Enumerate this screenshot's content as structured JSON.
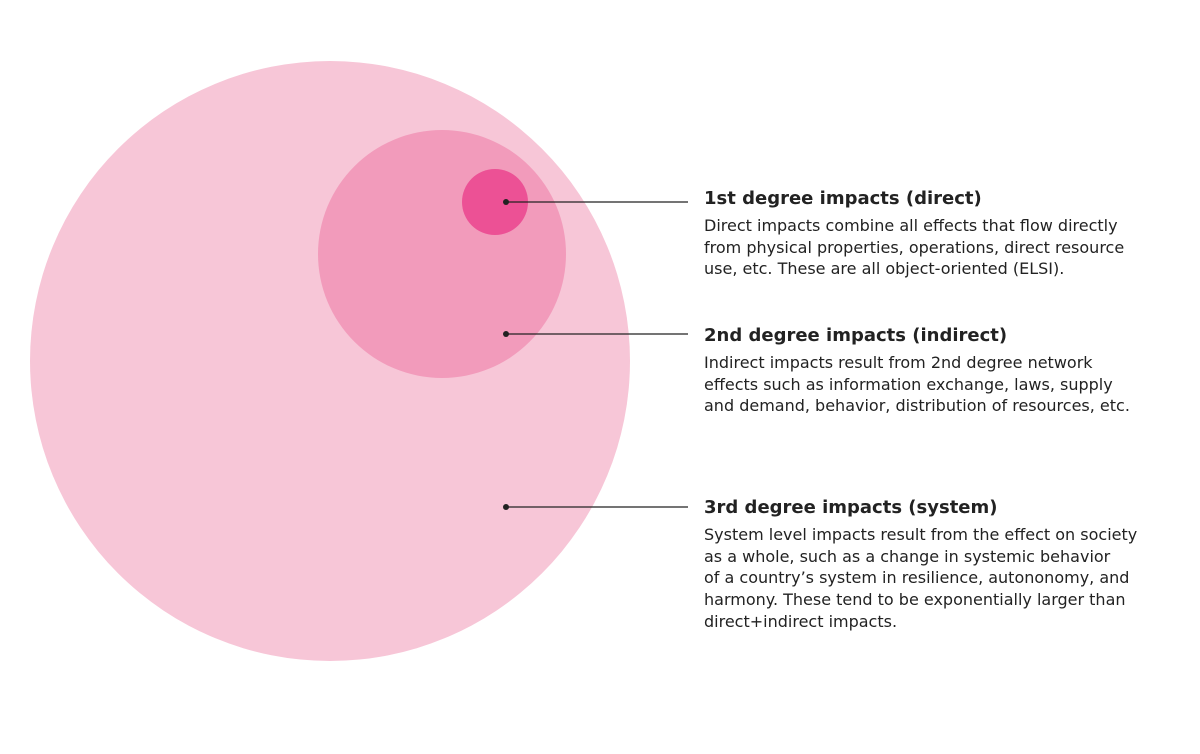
{
  "colors": {
    "outer_circle": "#f7c6d7",
    "middle_circle": "#f29bbb",
    "inner_circle": "#ec5195",
    "leader_line": "#222222",
    "text": "#222222"
  },
  "impacts": [
    {
      "title": "1st degree impacts (direct)",
      "lines": [
        "Direct impacts combine all effects that flow directly",
        "from physical properties, operations, direct resource",
        "use, etc. These are all object-oriented (ELSI)."
      ]
    },
    {
      "title": "2nd degree impacts (indirect)",
      "lines": [
        "Indirect impacts result from 2nd degree network",
        "effects such as information exchange, laws, supply",
        "and demand, behavior, distribution of resources, etc."
      ]
    },
    {
      "title": "3rd degree impacts (system)",
      "lines": [
        "System level impacts result from the effect on society",
        "as a whole, such as a change in systemic behavior",
        "of a country’s system in resilience, autononomy, and",
        "harmony. These tend to be exponentially larger than",
        "direct+indirect impacts."
      ]
    }
  ]
}
